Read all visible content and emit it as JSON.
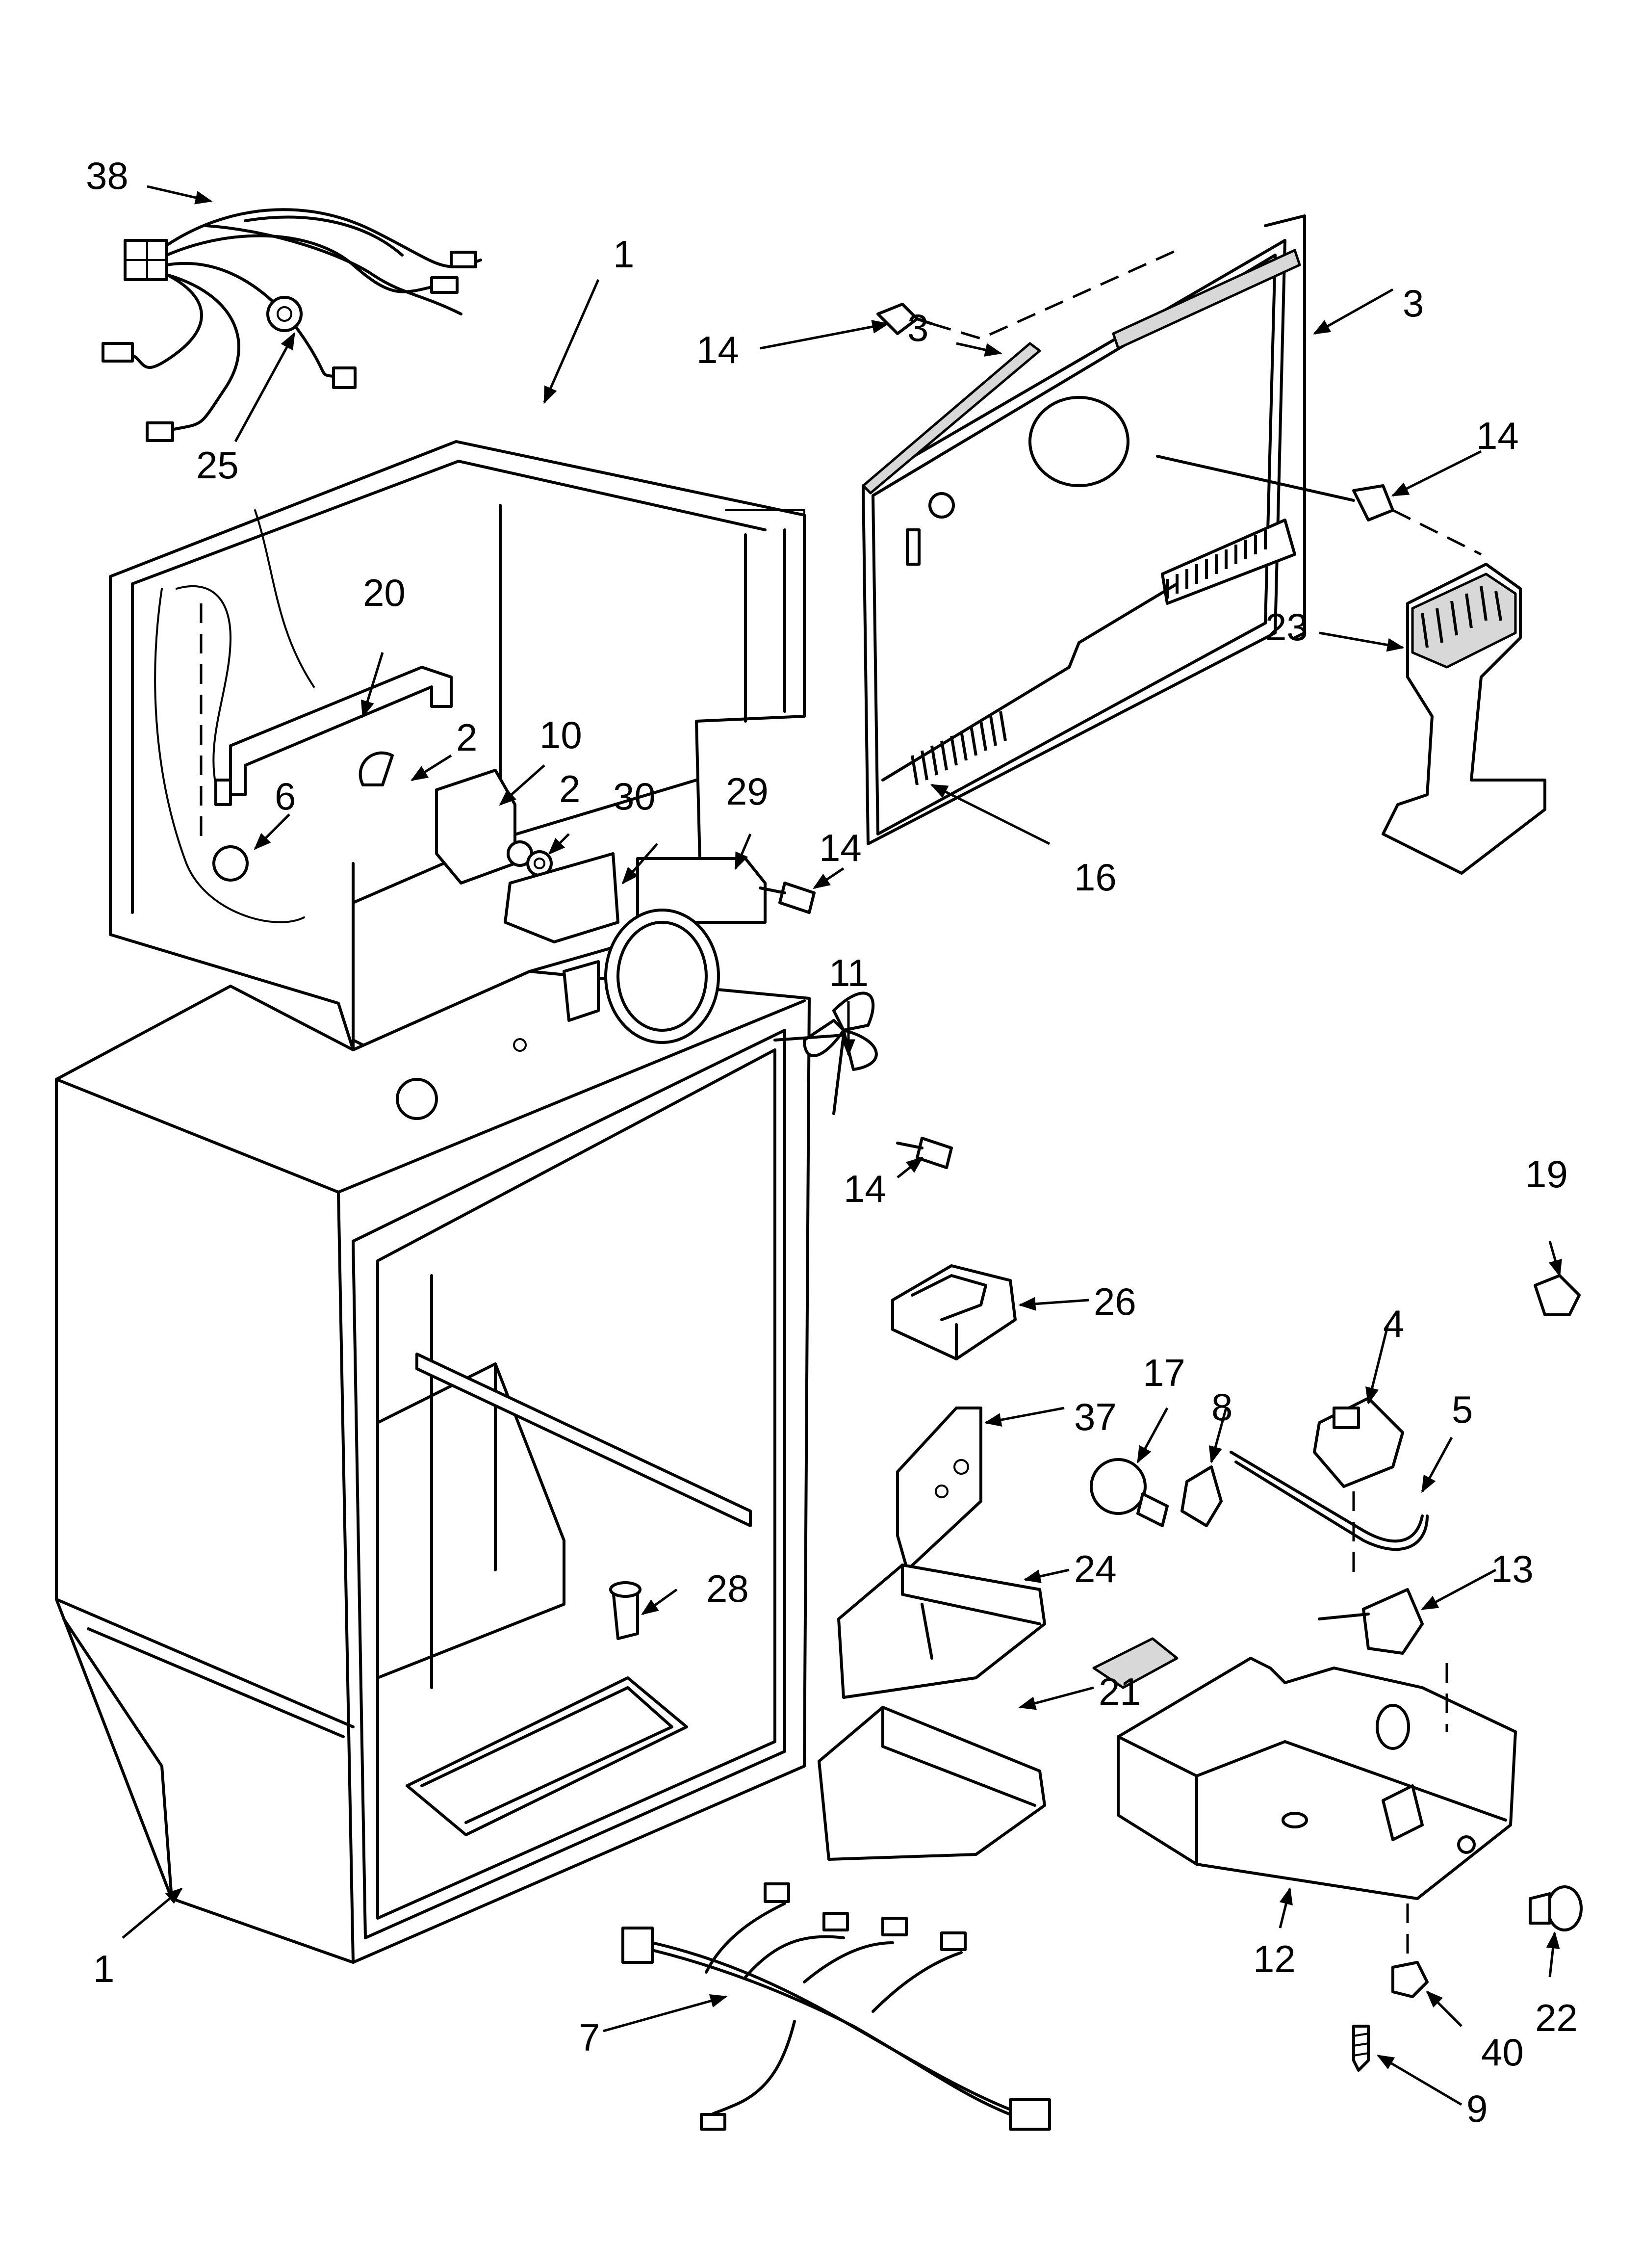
{
  "callouts": [
    {
      "id": "c38",
      "label": "38"
    },
    {
      "id": "c25",
      "label": "25"
    },
    {
      "id": "c1-top",
      "label": "1"
    },
    {
      "id": "c20",
      "label": "20"
    },
    {
      "id": "c2-a",
      "label": "2"
    },
    {
      "id": "c10",
      "label": "10"
    },
    {
      "id": "c6",
      "label": "6"
    },
    {
      "id": "c2-b",
      "label": "2"
    },
    {
      "id": "c30",
      "label": "30"
    },
    {
      "id": "c29",
      "label": "29"
    },
    {
      "id": "c14-a",
      "label": "14"
    },
    {
      "id": "c14-b",
      "label": "14"
    },
    {
      "id": "c3-a",
      "label": "3"
    },
    {
      "id": "c3-b",
      "label": "3"
    },
    {
      "id": "c14-c",
      "label": "14"
    },
    {
      "id": "c23",
      "label": "23"
    },
    {
      "id": "c16",
      "label": "16"
    },
    {
      "id": "c11",
      "label": "11"
    },
    {
      "id": "c14-d",
      "label": "14"
    },
    {
      "id": "c19",
      "label": "19"
    },
    {
      "id": "c26",
      "label": "26"
    },
    {
      "id": "c4",
      "label": "4"
    },
    {
      "id": "c17",
      "label": "17"
    },
    {
      "id": "c8",
      "label": "8"
    },
    {
      "id": "c5",
      "label": "5"
    },
    {
      "id": "c37",
      "label": "37"
    },
    {
      "id": "c24",
      "label": "24"
    },
    {
      "id": "c13",
      "label": "13"
    },
    {
      "id": "c28",
      "label": "28"
    },
    {
      "id": "c21",
      "label": "21"
    },
    {
      "id": "c1-bottom",
      "label": "1"
    },
    {
      "id": "c12",
      "label": "12"
    },
    {
      "id": "c7",
      "label": "7"
    },
    {
      "id": "c22",
      "label": "22"
    },
    {
      "id": "c40",
      "label": "40"
    },
    {
      "id": "c9",
      "label": "9"
    }
  ]
}
